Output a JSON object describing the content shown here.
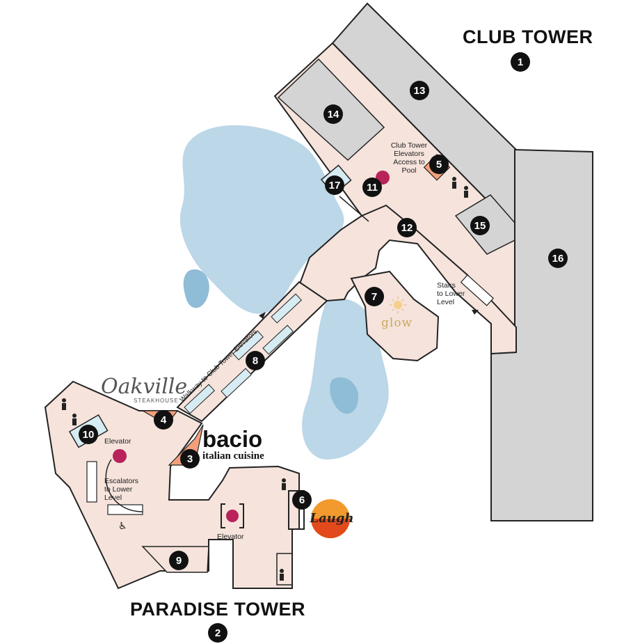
{
  "towers": {
    "club": {
      "title": "CLUB TOWER",
      "number": "1"
    },
    "paradise": {
      "title": "PARADISE TOWER",
      "number": "2"
    }
  },
  "markers": [
    "3",
    "4",
    "5",
    "6",
    "7",
    "8",
    "9",
    "10",
    "11",
    "12",
    "13",
    "14",
    "15",
    "16",
    "17"
  ],
  "labels": {
    "club_elevators": [
      "Club Tower",
      "Elevators",
      "Access to",
      "Pool"
    ],
    "stairs": [
      "Stairs",
      "to Lower",
      "Level"
    ],
    "walkway": "Walkway to Club Tower Elevators",
    "elevator_left": "Elevator",
    "escalators": [
      "Escalators",
      "to Lower",
      "Level"
    ],
    "elevator_center": "Elevator"
  },
  "logos": {
    "oakville": "Oakville",
    "oakville_sub": "STEAKHOUSE",
    "bacio": "bacio",
    "bacio_sub": "italian cuisine",
    "glow": "glow",
    "laugh": "Laugh"
  },
  "colors": {
    "floor": "#f5e3dc",
    "gray_block": "#d4d4d4",
    "water": "#bcd7e7",
    "orange": "#f2a07b",
    "magenta": "#b8235a",
    "ice": "#d6ecf2",
    "outline": "#222222"
  }
}
